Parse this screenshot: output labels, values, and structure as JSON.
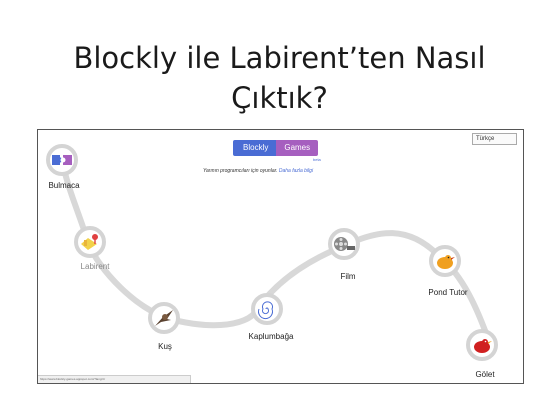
{
  "slide": {
    "title_line1": "Blockly ile Labirent’ten Nasıl",
    "title_line2": "Çıktık?"
  },
  "header": {
    "language": "Türkçe",
    "logo_left": "Blockly",
    "logo_right": "Games",
    "logo_sub": "beta",
    "tagline": "Yarının programcıları için oyunlar.",
    "tagline_link": "Daha fazla bilgi"
  },
  "games": [
    {
      "label": "Bulmaca",
      "icon": "puzzle-piece-icon"
    },
    {
      "label": "Labirent",
      "icon": "maze-pegman-icon"
    },
    {
      "label": "Kuş",
      "icon": "bird-icon"
    },
    {
      "label": "Kaplumbağa",
      "icon": "turtle-spiral-icon"
    },
    {
      "label": "Film",
      "icon": "film-reel-icon"
    },
    {
      "label": "Pond Tutor",
      "icon": "orange-duck-icon"
    },
    {
      "label": "Gölet",
      "icon": "red-duck-icon"
    }
  ],
  "status_bar": "https://www.blockly-games.appspot.com/?lang=tr"
}
